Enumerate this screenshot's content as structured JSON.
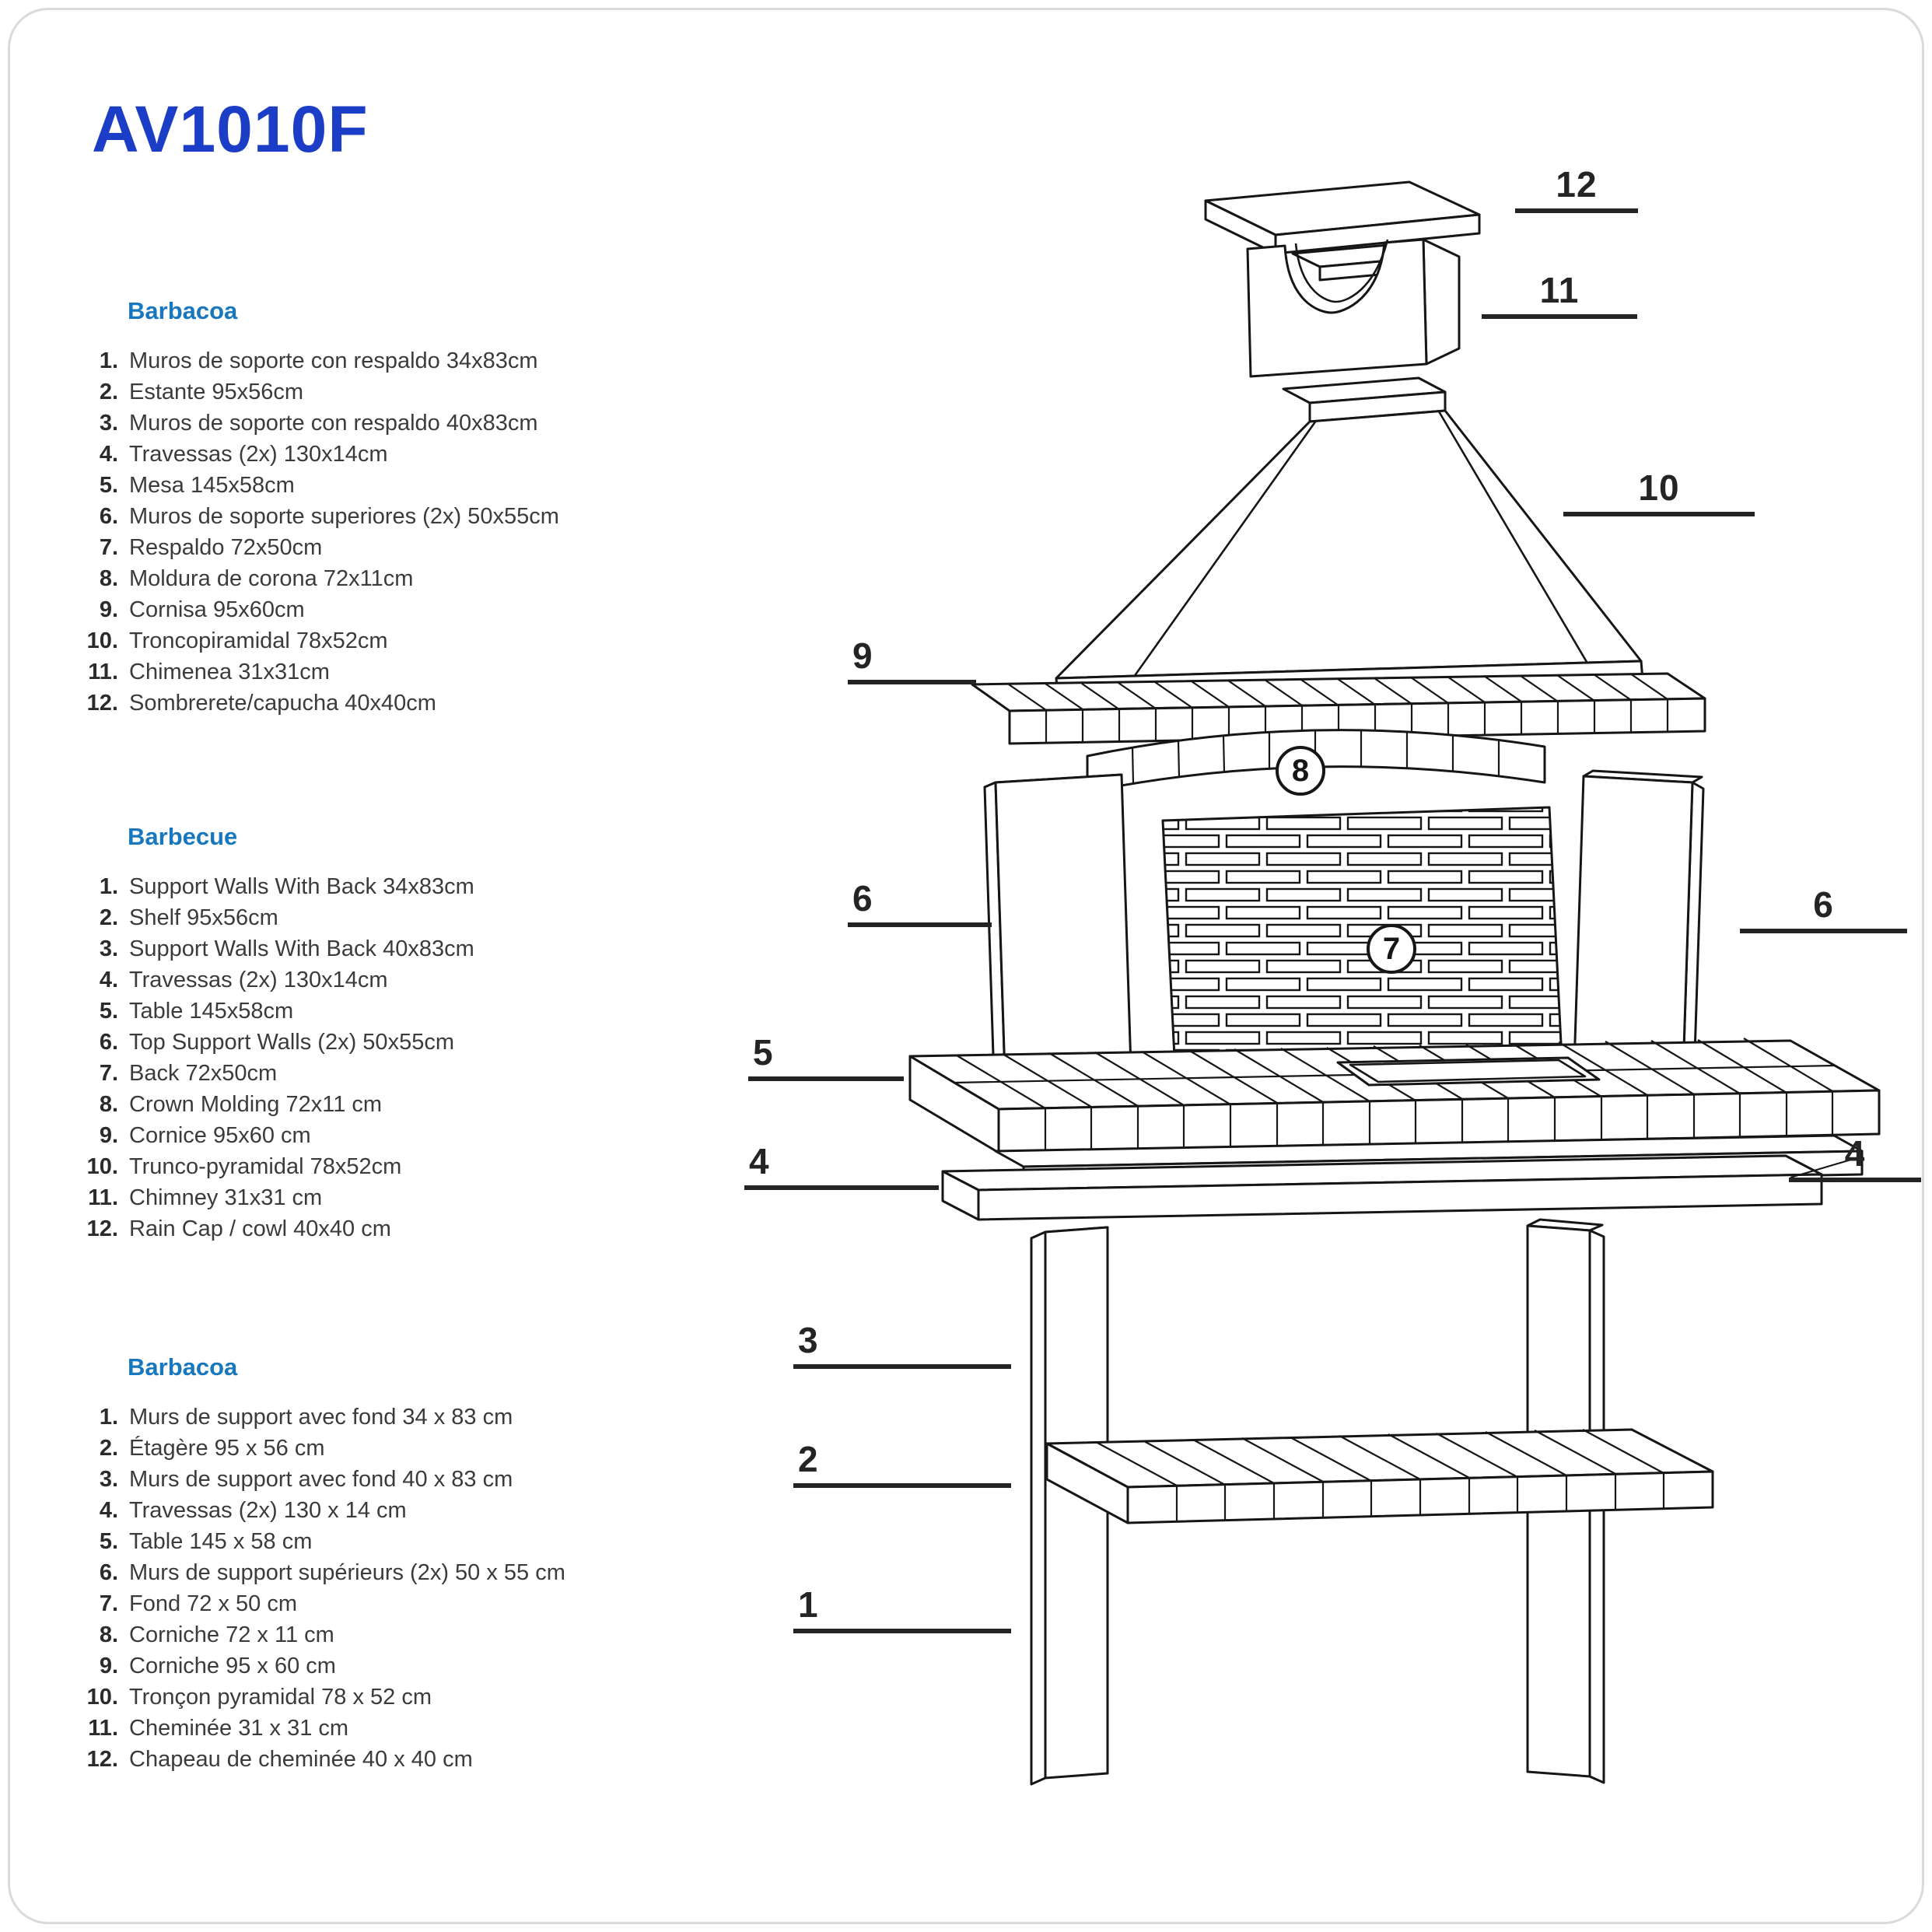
{
  "page": {
    "title": "AV1010F"
  },
  "colors": {
    "title_blue": "#1c3ec6",
    "heading_blue": "#1877bd",
    "diagram_line": "#161616",
    "text": "#3b3b3b"
  },
  "sections": [
    {
      "heading": "Barbacoa",
      "items": [
        {
          "num": "1.",
          "text": "Muros de soporte con respaldo 34x83cm"
        },
        {
          "num": "2.",
          "text": "Estante 95x56cm"
        },
        {
          "num": "3.",
          "text": "Muros de soporte con respaldo 40x83cm"
        },
        {
          "num": "4.",
          "text": "Travessas (2x) 130x14cm"
        },
        {
          "num": "5.",
          "text": "Mesa 145x58cm"
        },
        {
          "num": "6.",
          "text": "Muros de soporte superiores (2x) 50x55cm"
        },
        {
          "num": "7.",
          "text": "Respaldo 72x50cm"
        },
        {
          "num": "8.",
          "text": "Moldura de corona 72x11cm"
        },
        {
          "num": "9.",
          "text": "Cornisa 95x60cm"
        },
        {
          "num": "10.",
          "text": "Troncopiramidal 78x52cm"
        },
        {
          "num": "11.",
          "text": "Chimenea 31x31cm"
        },
        {
          "num": "12.",
          "text": "Sombrerete/capucha 40x40cm"
        }
      ]
    },
    {
      "heading": "Barbecue",
      "items": [
        {
          "num": "1.",
          "text": "Support Walls With Back 34x83cm"
        },
        {
          "num": "2.",
          "text": "Shelf 95x56cm"
        },
        {
          "num": "3.",
          "text": "Support Walls With Back 40x83cm"
        },
        {
          "num": "4.",
          "text": "Travessas (2x) 130x14cm"
        },
        {
          "num": "5.",
          "text": "Table 145x58cm"
        },
        {
          "num": "6.",
          "text": "Top Support Walls (2x) 50x55cm"
        },
        {
          "num": "7.",
          "text": "Back 72x50cm"
        },
        {
          "num": "8.",
          "text": "Crown Molding 72x11 cm"
        },
        {
          "num": "9.",
          "text": "Cornice 95x60 cm"
        },
        {
          "num": "10.",
          "text": "Trunco-pyramidal 78x52cm"
        },
        {
          "num": "11.",
          "text": "Chimney 31x31 cm"
        },
        {
          "num": "12.",
          "text": "Rain Cap / cowl 40x40 cm"
        }
      ]
    },
    {
      "heading": "Barbacoa",
      "items": [
        {
          "num": "1.",
          "text": "Murs de support avec fond 34 x 83 cm"
        },
        {
          "num": "2.",
          "text": "Étagère 95 x 56 cm"
        },
        {
          "num": "3.",
          "text": "Murs de support avec fond 40 x 83 cm"
        },
        {
          "num": "4.",
          "text": "Travessas (2x) 130 x 14 cm"
        },
        {
          "num": "5.",
          "text": "Table 145 x 58 cm"
        },
        {
          "num": "6.",
          "text": "Murs de support supérieurs (2x) 50 x 55 cm"
        },
        {
          "num": "7.",
          "text": "Fond 72 x 50 cm"
        },
        {
          "num": "8.",
          "text": "Corniche 72 x 11 cm"
        },
        {
          "num": "9.",
          "text": "Corniche 95 x 60 cm"
        },
        {
          "num": "10.",
          "text": "Tronçon pyramidal 78 x 52 cm"
        },
        {
          "num": "11.",
          "text": "Cheminée 31 x 31 cm"
        },
        {
          "num": "12.",
          "text": "Chapeau de cheminée 40 x 40 cm"
        }
      ]
    }
  ],
  "diagram": {
    "callouts": {
      "c12": "12",
      "c11": "11",
      "c10": "10",
      "c9": "9",
      "c6l": "6",
      "c6r": "6",
      "c5": "5",
      "c4l": "4",
      "c4r": "4",
      "c3": "3",
      "c2": "2",
      "c1": "1"
    },
    "circled": {
      "c8": "8",
      "c7": "7"
    }
  }
}
